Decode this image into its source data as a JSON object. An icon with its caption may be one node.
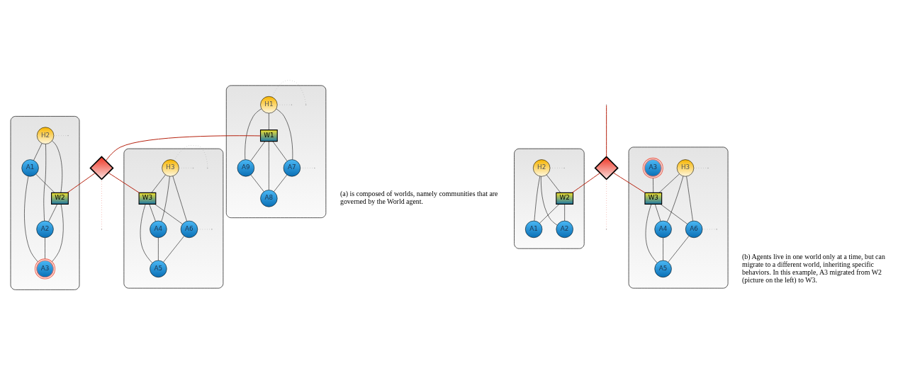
{
  "diagram": {
    "nodes": [
      {
        "text": [],
        "shape": "ellipse"
      },
      {
        "text": [
          "H1"
        ],
        "in": 0
      },
      {
        "text": [
          "A9"
        ],
        "in": 0
      },
      {
        "text": [
          "W1"
        ],
        "in": 0
      },
      {
        "text": [
          "A8"
        ],
        "in": 0
      },
      {
        "text": [
          "A7"
        ],
        "in": 0
      },
      {
        "text": [],
        "shape": "diamond"
      },
      {
        "text": [],
        "shape": "ellipse"
      },
      {
        "text": [
          "H2"
        ],
        "in": 7
      },
      {
        "text": [
          "A2"
        ],
        "in": 7
      },
      {
        "text": [
          "W2"
        ],
        "in": 7
      },
      {
        "text": [
          "A3"
        ],
        "in": 7
      },
      {
        "text": [
          "A1"
        ],
        "in": 7
      },
      {
        "text": [],
        "shape": "ellipse"
      },
      {
        "text": [
          "H3"
        ],
        "in": 13
      },
      {
        "text": [
          "A4"
        ],
        "in": 13
      },
      {
        "text": [
          "W3"
        ],
        "in": 13
      },
      {
        "text": [
          "A5"
        ],
        "in": 13
      },
      {
        "text": [
          "A6"
        ],
        "in": 13
      },
      {
        "text": [],
        "shape": "ellipse"
      },
      {
        "text": [
          "H2"
        ],
        "in": 19
      },
      {
        "text": [
          "A2"
        ],
        "in": 19
      },
      {
        "text": [
          "W2"
        ],
        "in": 19
      },
      {
        "text": [
          "A1"
        ],
        "in": 19
      },
      {
        "text": [],
        "shape": "diamond"
      },
      {
        "text": [],
        "shape": "ellipse"
      },
      {
        "text": [
          "A3"
        ],
        "in": 25
      },
      {
        "text": [
          "H3"
        ],
        "in": 25
      },
      {
        "text": [
          "A4"
        ],
        "in": 25
      },
      {
        "text": [
          "W3"
        ],
        "in": 25
      },
      {
        "text": [
          "A5"
        ],
        "in": 25
      },
      {
        "text": [
          "A6"
        ],
        "in": 25
      }
    ],
    "edges": [
      {
        "from": 1,
        "to": 2,
        "arrow": "none"
      },
      {
        "from": 1,
        "to": 3,
        "arrow": "none"
      },
      {
        "from": 1,
        "to": 5,
        "arrow": "none"
      },
      {
        "from": 3,
        "to": 2,
        "arrow": "none"
      },
      {
        "from": 3,
        "to": 4,
        "arrow": "none"
      },
      {
        "from": 3,
        "to": 5,
        "arrow": "none"
      },
      {
        "from": 2,
        "to": 4,
        "arrow": "none"
      },
      {
        "from": 5,
        "to": 4,
        "arrow": "none"
      },
      {
        "from": 1,
        "to": null,
        "arrow": "none",
        "style": "dashed",
        "color": "#888888"
      },
      {
        "from": 1,
        "to": null,
        "arrow": "none",
        "style": "dashed",
        "color": "#888888"
      },
      {
        "from": 5,
        "to": null,
        "arrow": "none",
        "style": "dashed",
        "color": "#888888"
      },
      {
        "from": 3,
        "to": 6,
        "arrow": "none",
        "color": "#b5200d"
      },
      {
        "from": 6,
        "to": 10,
        "arrow": "none",
        "color": "#b5200d"
      },
      {
        "from": 6,
        "to": 16,
        "arrow": "none",
        "color": "#b5200d"
      },
      {
        "from": 6,
        "to": null,
        "arrow": "none",
        "style": "dashed",
        "color": "#e0301e"
      },
      {
        "from": 8,
        "to": 9,
        "arrow": "none"
      },
      {
        "from": 8,
        "to": 10,
        "arrow": "none"
      },
      {
        "from": 8,
        "to": 12,
        "arrow": "none"
      },
      {
        "from": 10,
        "to": 9,
        "arrow": "none"
      },
      {
        "from": 10,
        "to": 11,
        "arrow": "none"
      },
      {
        "from": 9,
        "to": 11,
        "arrow": "none"
      },
      {
        "from": 12,
        "to": 10,
        "arrow": "none"
      },
      {
        "from": 12,
        "to": 11,
        "arrow": "none"
      },
      {
        "from": 8,
        "to": null,
        "arrow": "none",
        "style": "dashed",
        "color": "#888888"
      },
      {
        "from": 14,
        "to": 15,
        "arrow": "none"
      },
      {
        "from": 14,
        "to": 16,
        "arrow": "none"
      },
      {
        "from": 14,
        "to": 18,
        "arrow": "none"
      },
      {
        "from": 16,
        "to": 15,
        "arrow": "none"
      },
      {
        "from": 16,
        "to": 17,
        "arrow": "none"
      },
      {
        "from": 15,
        "to": 17,
        "arrow": "none"
      },
      {
        "from": 16,
        "to": 18,
        "arrow": "none"
      },
      {
        "from": 18,
        "to": 17,
        "arrow": "none"
      },
      {
        "from": 14,
        "to": null,
        "arrow": "none",
        "style": "dashed",
        "color": "#888888"
      },
      {
        "from": 14,
        "to": null,
        "arrow": "none",
        "style": "dashed",
        "color": "#888888"
      },
      {
        "from": 18,
        "to": null,
        "arrow": "none",
        "style": "dashed",
        "color": "#888888"
      },
      {
        "from": 20,
        "to": 21,
        "arrow": "none"
      },
      {
        "from": 20,
        "to": 22,
        "arrow": "none"
      },
      {
        "from": 20,
        "to": 23,
        "arrow": "none"
      },
      {
        "from": 22,
        "to": 21,
        "arrow": "none"
      },
      {
        "from": 22,
        "to": 23,
        "arrow": "none"
      },
      {
        "from": 20,
        "to": null,
        "arrow": "none",
        "style": "dashed",
        "color": "#888888"
      },
      {
        "from": null,
        "to": 24,
        "arrow": "none",
        "color": "#b5200d"
      },
      {
        "from": 24,
        "to": 22,
        "arrow": "none",
        "color": "#b5200d"
      },
      {
        "from": 24,
        "to": 29,
        "arrow": "none",
        "color": "#b5200d"
      },
      {
        "from": 24,
        "to": null,
        "arrow": "none",
        "style": "dashed",
        "color": "#e0301e"
      },
      {
        "from": 26,
        "to": 29,
        "arrow": "none"
      },
      {
        "from": 27,
        "to": 28,
        "arrow": "none"
      },
      {
        "from": 27,
        "to": 29,
        "arrow": "none"
      },
      {
        "from": 27,
        "to": 31,
        "arrow": "none"
      },
      {
        "from": 29,
        "to": 28,
        "arrow": "none"
      },
      {
        "from": 29,
        "to": 30,
        "arrow": "none"
      },
      {
        "from": 28,
        "to": 30,
        "arrow": "none"
      },
      {
        "from": 29,
        "to": 31,
        "arrow": "none"
      },
      {
        "from": 31,
        "to": 30,
        "arrow": "none"
      },
      {
        "from": 27,
        "to": null,
        "arrow": "none",
        "style": "dashed",
        "color": "#888888"
      },
      {
        "from": 31,
        "to": null,
        "arrow": "none",
        "style": "dashed",
        "color": "#888888"
      }
    ],
    "labels": [
      "(a) is composed of worlds, namely communities that are governed by the World agent.",
      "(b) Agents live in one world only at a time, but can migrate to a different world, inheriting specific behaviors. In this example, A3 migrated from W2 (picture on the left) to W3."
    ]
  }
}
